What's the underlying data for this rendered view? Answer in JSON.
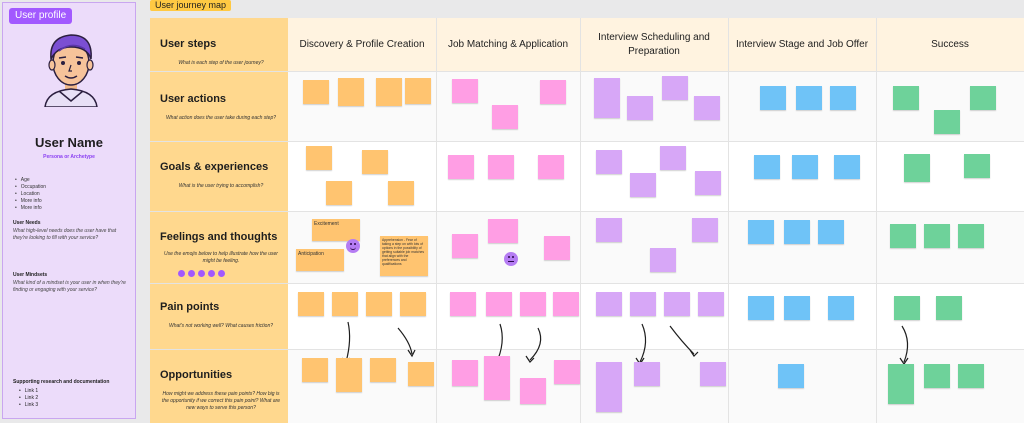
{
  "profile": {
    "chip_label": "User profile",
    "name": "User Name",
    "persona": "Persona or Archetype",
    "attributes": [
      "Age",
      "Occupation",
      "Location",
      "More info",
      "More info"
    ],
    "needs_heading": "User Needs",
    "needs_text": "What high-level needs does the user have that they're looking to fill with your service?",
    "mindsets_heading": "User Mindsets",
    "mindsets_text": "What kind of a mindset is your user in when they're finding or engaging with your service?",
    "research_heading": "Supporting research and documentation",
    "links": [
      "Link 1",
      "Link 2",
      "Link 3"
    ]
  },
  "map": {
    "chip_label": "User journey map",
    "columns": [
      "Discovery & Profile Creation",
      "Job Matching & Application",
      "Interview Scheduling and Preparation",
      "Interview Stage and Job Offer",
      "Success"
    ],
    "rows": [
      {
        "title": "User steps",
        "desc": "What is each step of the user journey?"
      },
      {
        "title": "User actions",
        "desc": "What action does the user take during each step?"
      },
      {
        "title": "Goals & experiences",
        "desc": "What is the user trying to accomplish?"
      },
      {
        "title": "Feelings and thoughts",
        "desc": "Use the emojis below to help illustrate how the user might be feeling."
      },
      {
        "title": "Pain points",
        "desc": "What's not working well? What causes friction?"
      },
      {
        "title": "Opportunities",
        "desc": "How might we address these pain points? How big is the opportunity if we correct this pain point? What are new ways to serve this person?"
      }
    ],
    "feelings_stickies": {
      "excitement": "Excitement",
      "anticipation": "Anticipation",
      "apprehension": "Apprehension - Fear of taking a step on with lots of options in the possibility of getting suitable job matches that align with the preferences and qualifications"
    }
  },
  "colors": {
    "orange": "#ffc470",
    "pink": "#ff9ee4",
    "violet": "#d7a7f7",
    "blue": "#6fc3f7",
    "green": "#6ed29a",
    "label_cell": "#ffd88e",
    "profile_bg": "#ecdcfa",
    "accent": "#a259ff"
  }
}
